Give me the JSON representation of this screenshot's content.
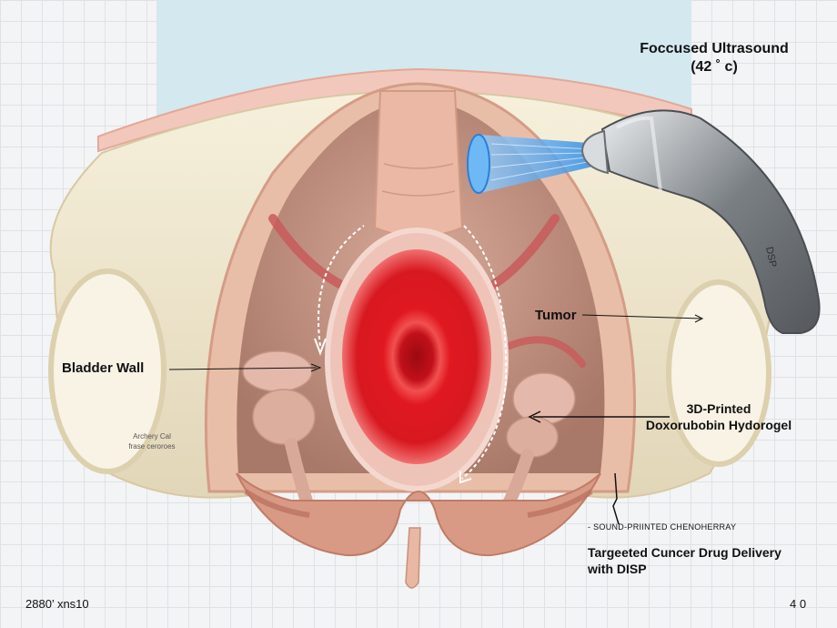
{
  "title": {
    "line1": "Foccused Ultrasound",
    "line2": "(42 ˚ c)"
  },
  "probe_text": "DSP",
  "labels": {
    "tumor": "Tumor",
    "bladder_wall": "Bladder Wall",
    "hydrogel_line1": "3D-Printed",
    "hydrogel_line2": "Doxorubobin Hydorogel",
    "small_note_line1": "Archery Cal",
    "small_note_line2": "frase ceroroes",
    "sound_printed": "- SOUND-PRIINTED  CHENOHERRAY",
    "targeted_line1": "Targeeted Cuncer Drug Delivery",
    "targeted_line2": "with DISP"
  },
  "footer": {
    "left": "2880’ xns10",
    "right": "4 0"
  },
  "colors": {
    "tumor_core": "#7a0008",
    "tumor_mid": "#e0141c",
    "tumor_edge": "#f06a6a",
    "bone": "#f1ead2",
    "tissue": "#e6b8a2",
    "cavity": "#b98a7c",
    "beam": "#4aa8f0",
    "probe_body": "#6e7378"
  }
}
